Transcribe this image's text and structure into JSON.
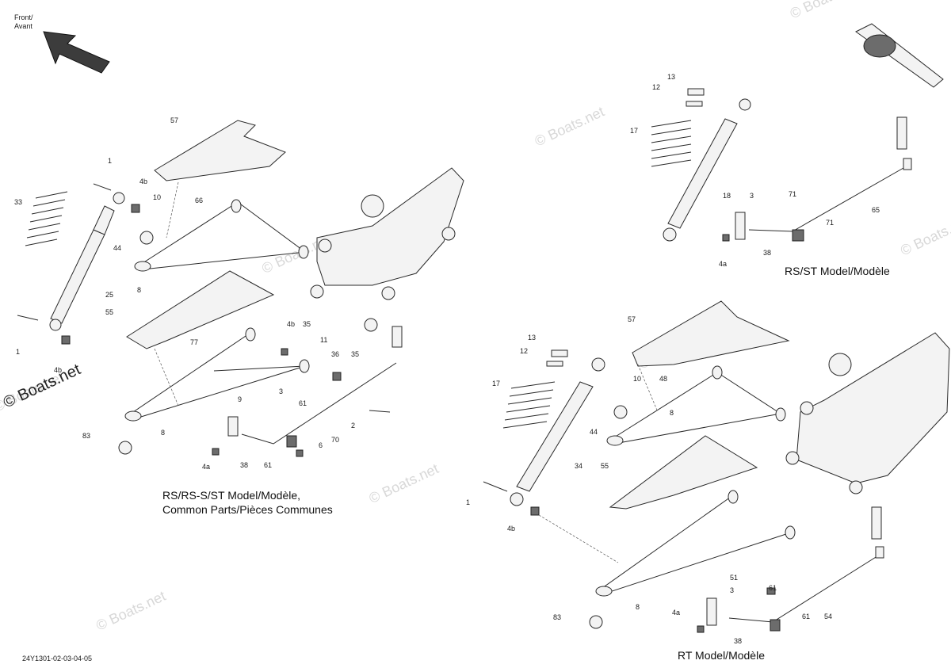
{
  "front_label": {
    "line1": "Front/",
    "line2": "Avant"
  },
  "captions": {
    "rs_common_line1": "RS/RS-S/ST Model/Modèle,",
    "rs_common_line2": "Common Parts/Pièces Communes",
    "rs_st": "RS/ST Model/Modèle",
    "rt": "RT Model/Modèle"
  },
  "watermark": "© Boats.net",
  "diagram_code": "24Y1301-02-03-04-05",
  "callouts": {
    "a": [
      "57",
      "1",
      "4b",
      "10",
      "66",
      "33",
      "44",
      "8",
      "25",
      "55",
      "1",
      "4b",
      "77",
      "4b",
      "35",
      "11",
      "36",
      "35",
      "9",
      "3",
      "61",
      "2",
      "83",
      "8",
      "4a",
      "38",
      "61",
      "6",
      "70"
    ],
    "b": [
      "13",
      "12",
      "17",
      "18",
      "3",
      "71",
      "71",
      "65",
      "4a",
      "38"
    ],
    "c": [
      "13",
      "12",
      "57",
      "17",
      "10",
      "48",
      "8",
      "44",
      "34",
      "55",
      "1",
      "4b",
      "51",
      "3",
      "61",
      "83",
      "8",
      "4a",
      "61",
      "54",
      "38"
    ]
  }
}
